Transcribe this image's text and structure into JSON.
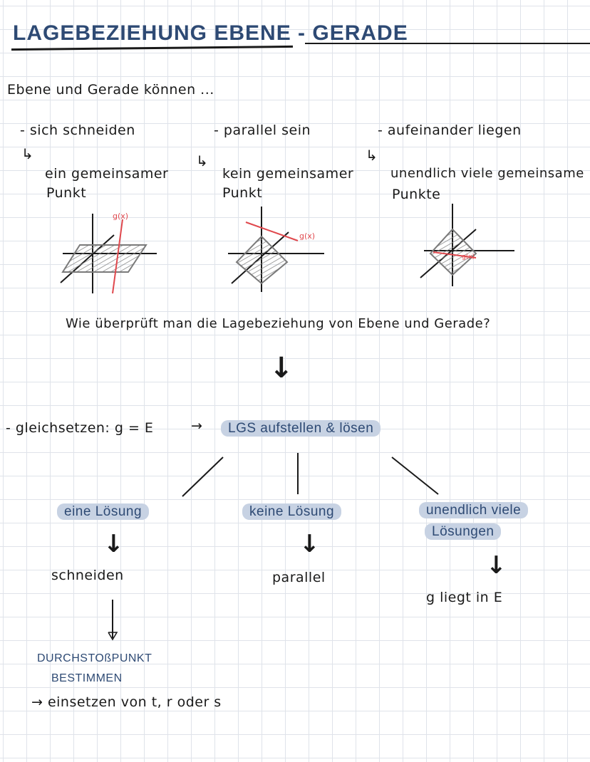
{
  "title": "LAGEBEZIEHUNG EBENE - GERADE",
  "intro": "Ebene und Gerade können ...",
  "cases": [
    {
      "heading": "- sich schneiden",
      "arrow": "↳",
      "desc_line1": "ein gemeinsamer",
      "desc_line2": "Punkt"
    },
    {
      "heading": "- parallel sein",
      "arrow": "↳",
      "desc_line1": "kein gemeinsamer",
      "desc_line2": "Punkt"
    },
    {
      "heading": "- aufeinander liegen",
      "arrow": "↳",
      "desc_line1": "unendlich viele gemeinsame",
      "desc_line2": "Punkte"
    }
  ],
  "sketch_labels": {
    "g1": "g(x)",
    "g2": "g(x)",
    "g3": "g(x)"
  },
  "question": "Wie überprüft man die Lagebeziehung von Ebene und Gerade?",
  "method": {
    "left": "- gleichsetzen: g = E",
    "arrow": "→",
    "right": "LGS aufstellen & lösen"
  },
  "outcomes": [
    {
      "label": "eine Lösung",
      "result": "schneiden"
    },
    {
      "label": "keine Lösung",
      "result": "parallel"
    },
    {
      "label_line1": "unendlich viele",
      "label_line2": "Lösungen",
      "result": "g liegt in E"
    }
  ],
  "followup": {
    "line1": "DURCHSTOßPUNKT",
    "line2": "BESTIMMEN",
    "line3": "→ einsetzen von t, r oder s"
  },
  "colors": {
    "accent_blue": "#2e4a74",
    "highlight": "#c7d2e3",
    "red": "#e0484d",
    "grid": "#dfe3ea"
  }
}
